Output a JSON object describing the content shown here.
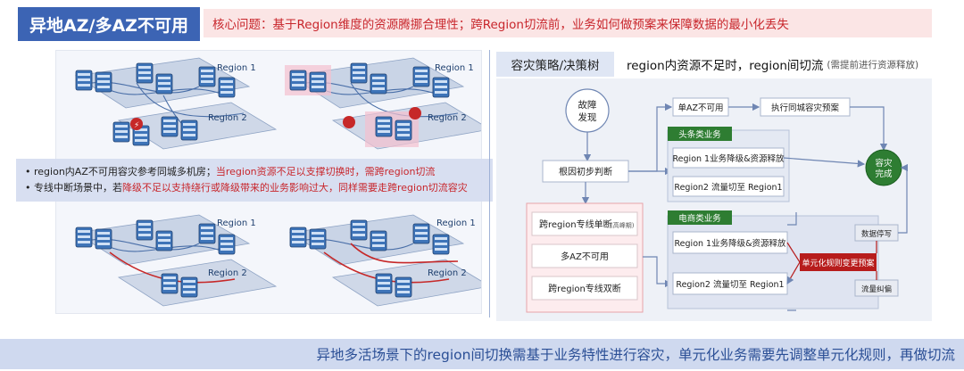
{
  "title": "异地AZ/多AZ不可用",
  "core_issue": "核心问题：基于Region维度的资源腾挪合理性；跨Region切流前，业务如何做预案来保障数据的最小化丢失",
  "left": {
    "region1": "Region 1",
    "region2": "Region 2",
    "bullet1_prefix": "region内AZ不可用容灾参考同城多机房；",
    "bullet1_red": "当region资源不足以支撑切换时，需跨region切流",
    "bullet2_prefix": "专线中断场景中，若",
    "bullet2_red": "降级不足以支持绕行或降级带来的业务影响过大，同样需要走跨region切流容灾"
  },
  "right": {
    "strategy_label": "容灾策略/决策树",
    "headline": "region内资源不足时，region间切流",
    "headline_note": "(需提前进行资源释放)",
    "fault_line1": "故障",
    "fault_line2": "发现",
    "root_cause": "根因初步判断",
    "cause1": "跨region专线单断",
    "cause1_note": "(高峰期)",
    "cause2": "多AZ不可用",
    "cause3": "跨region专线双断",
    "single_az": "单AZ不可用",
    "same_city_plan": "执行同城容灾预案",
    "group1_label": "头条类业务",
    "g1_step1": "Region 1业务降级&资源释放",
    "g1_step2": "Region2 流量切至 Region1",
    "group2_label": "电商类业务",
    "g2_step1": "Region 1业务降级&资源释放",
    "g2_step2": "Region2 流量切至 Region1",
    "unit_rule": "单元化规则变更预案",
    "data_stop": "数据停写",
    "traffic_fix": "流量纠偏",
    "done_line1": "容灾",
    "done_line2": "完成"
  },
  "footer": "异地多活场景下的region间切换需基于业务特性进行容灾，单元化业务需要先调整单元化规则，再做切流",
  "colors": {
    "title_bg": "#3c64b4",
    "core_bg": "#fbe5e5",
    "core_text": "#c8262c",
    "green": "#2e7d32",
    "dark_red": "#b71c1c",
    "footer_bg": "#cfd9ef"
  }
}
